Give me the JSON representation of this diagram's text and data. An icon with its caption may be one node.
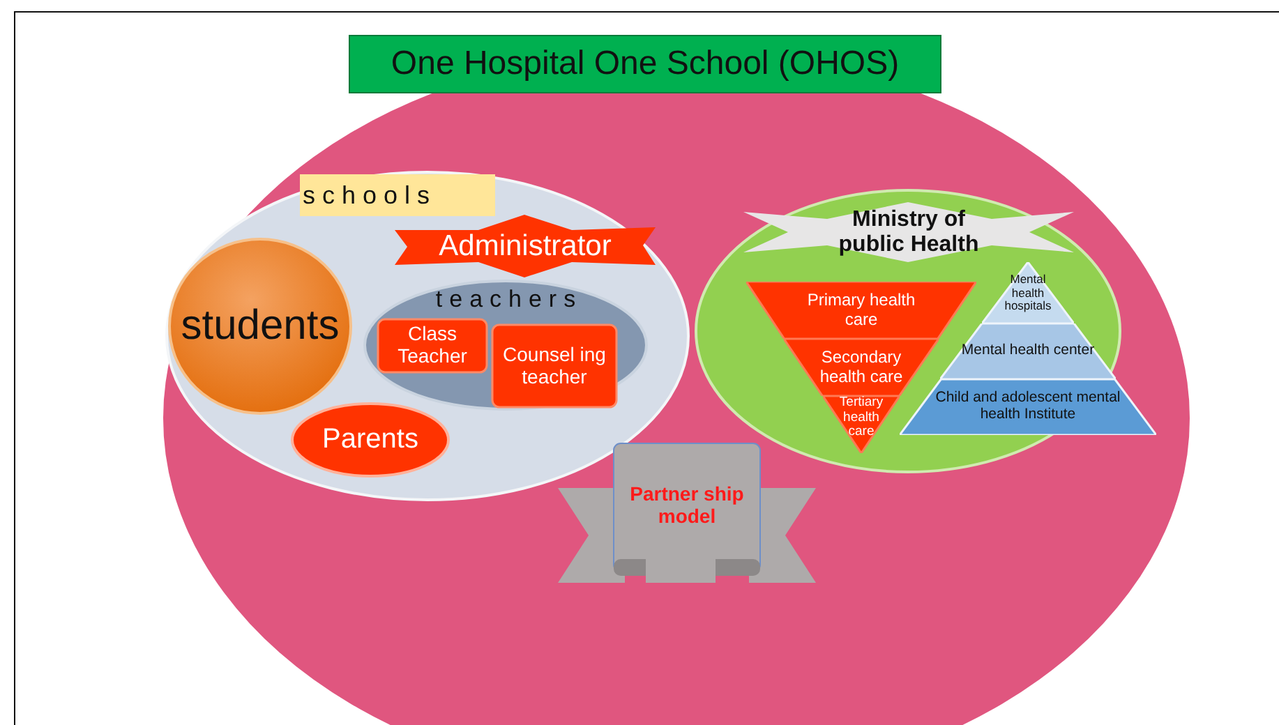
{
  "diagram": {
    "title": "One Hospital One School (OHOS)",
    "nodes": [
      {
        "text": [],
        "shape": "circle"
      },
      {
        "text": [
          "schools"
        ],
        "in": 0
      },
      {
        "text": [
          "students"
        ],
        "in": 1
      },
      {
        "text": [
          "Administrator"
        ],
        "in": 1
      },
      {
        "text": [
          "teachers"
        ],
        "in": 1
      },
      {
        "text": [
          "Class Teacher"
        ],
        "in": 4
      },
      {
        "text": [
          "Counsel ing teacher"
        ],
        "in": 4
      },
      {
        "text": [
          "Parents"
        ],
        "in": 1
      },
      {
        "text": [],
        "shape": "circle",
        "in": 0
      },
      {
        "text": [
          "Ministry of public Health"
        ],
        "in": 8
      },
      {
        "text": [
          "Primary health care"
        ],
        "in": 8
      },
      {
        "text": [
          "Secondary health care"
        ],
        "in": 8
      },
      {
        "text": [
          "Tertiary health care"
        ],
        "in": 8
      },
      {
        "text": [
          "Mental health hospitals"
        ],
        "in": 8
      },
      {
        "text": [
          "Mental health center"
        ],
        "in": 8
      },
      {
        "text": [
          "Child and adolescent mental health Institute"
        ],
        "in": 8
      },
      {
        "text": [
          "Partner ship model"
        ],
        "in": 0
      }
    ]
  }
}
